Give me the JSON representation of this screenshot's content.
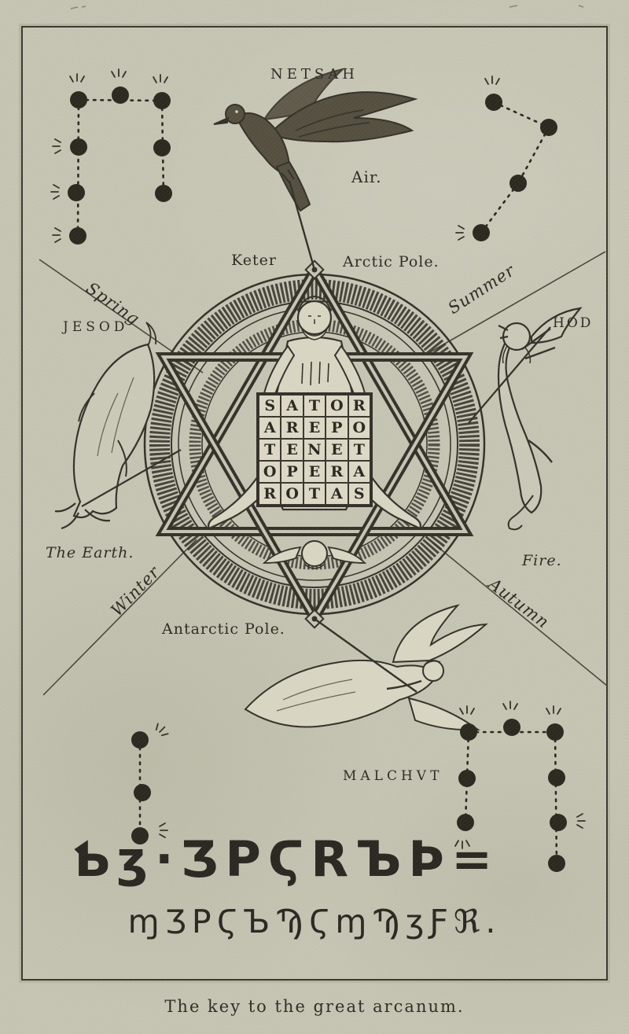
{
  "plate": {
    "caption": "The key to the great arcanum.",
    "sephiroth": {
      "top": "NETSAH",
      "left": "JESOD",
      "right": "HOD",
      "bottom": "MALCHVT"
    },
    "poles": {
      "keter": "Keter",
      "arctic": "Arctic Pole.",
      "antarctic": "Antarctic Pole."
    },
    "elements": {
      "air": "Air.",
      "earth": "The Earth.",
      "fire": "Fire."
    },
    "seasons": {
      "spring": "Spring",
      "summer": "Summer",
      "autumn": "Autumn",
      "winter": "Winter"
    }
  },
  "sator_square": {
    "grid": [
      [
        "S",
        "A",
        "T",
        "O",
        "R"
      ],
      [
        "A",
        "R",
        "E",
        "P",
        "O"
      ],
      [
        "T",
        "E",
        "N",
        "E",
        "T"
      ],
      [
        "O",
        "P",
        "E",
        "R",
        "A"
      ],
      [
        "R",
        "O",
        "T",
        "A",
        "S"
      ]
    ]
  },
  "occult_script": {
    "line1": "Ƅʒ·ƷPϚRЪÞ=",
    "line2": "ɱƷPϚЪϠϚɱϠʒƑℜ."
  },
  "figures": {
    "top": "eagle",
    "left": "bull",
    "right": "winged-lion",
    "bottom": "angel",
    "center": "man-in-hexagram"
  },
  "colors": {
    "paper": "#c6c5b3",
    "ink": "#35322a",
    "dot": "#2c2920"
  }
}
